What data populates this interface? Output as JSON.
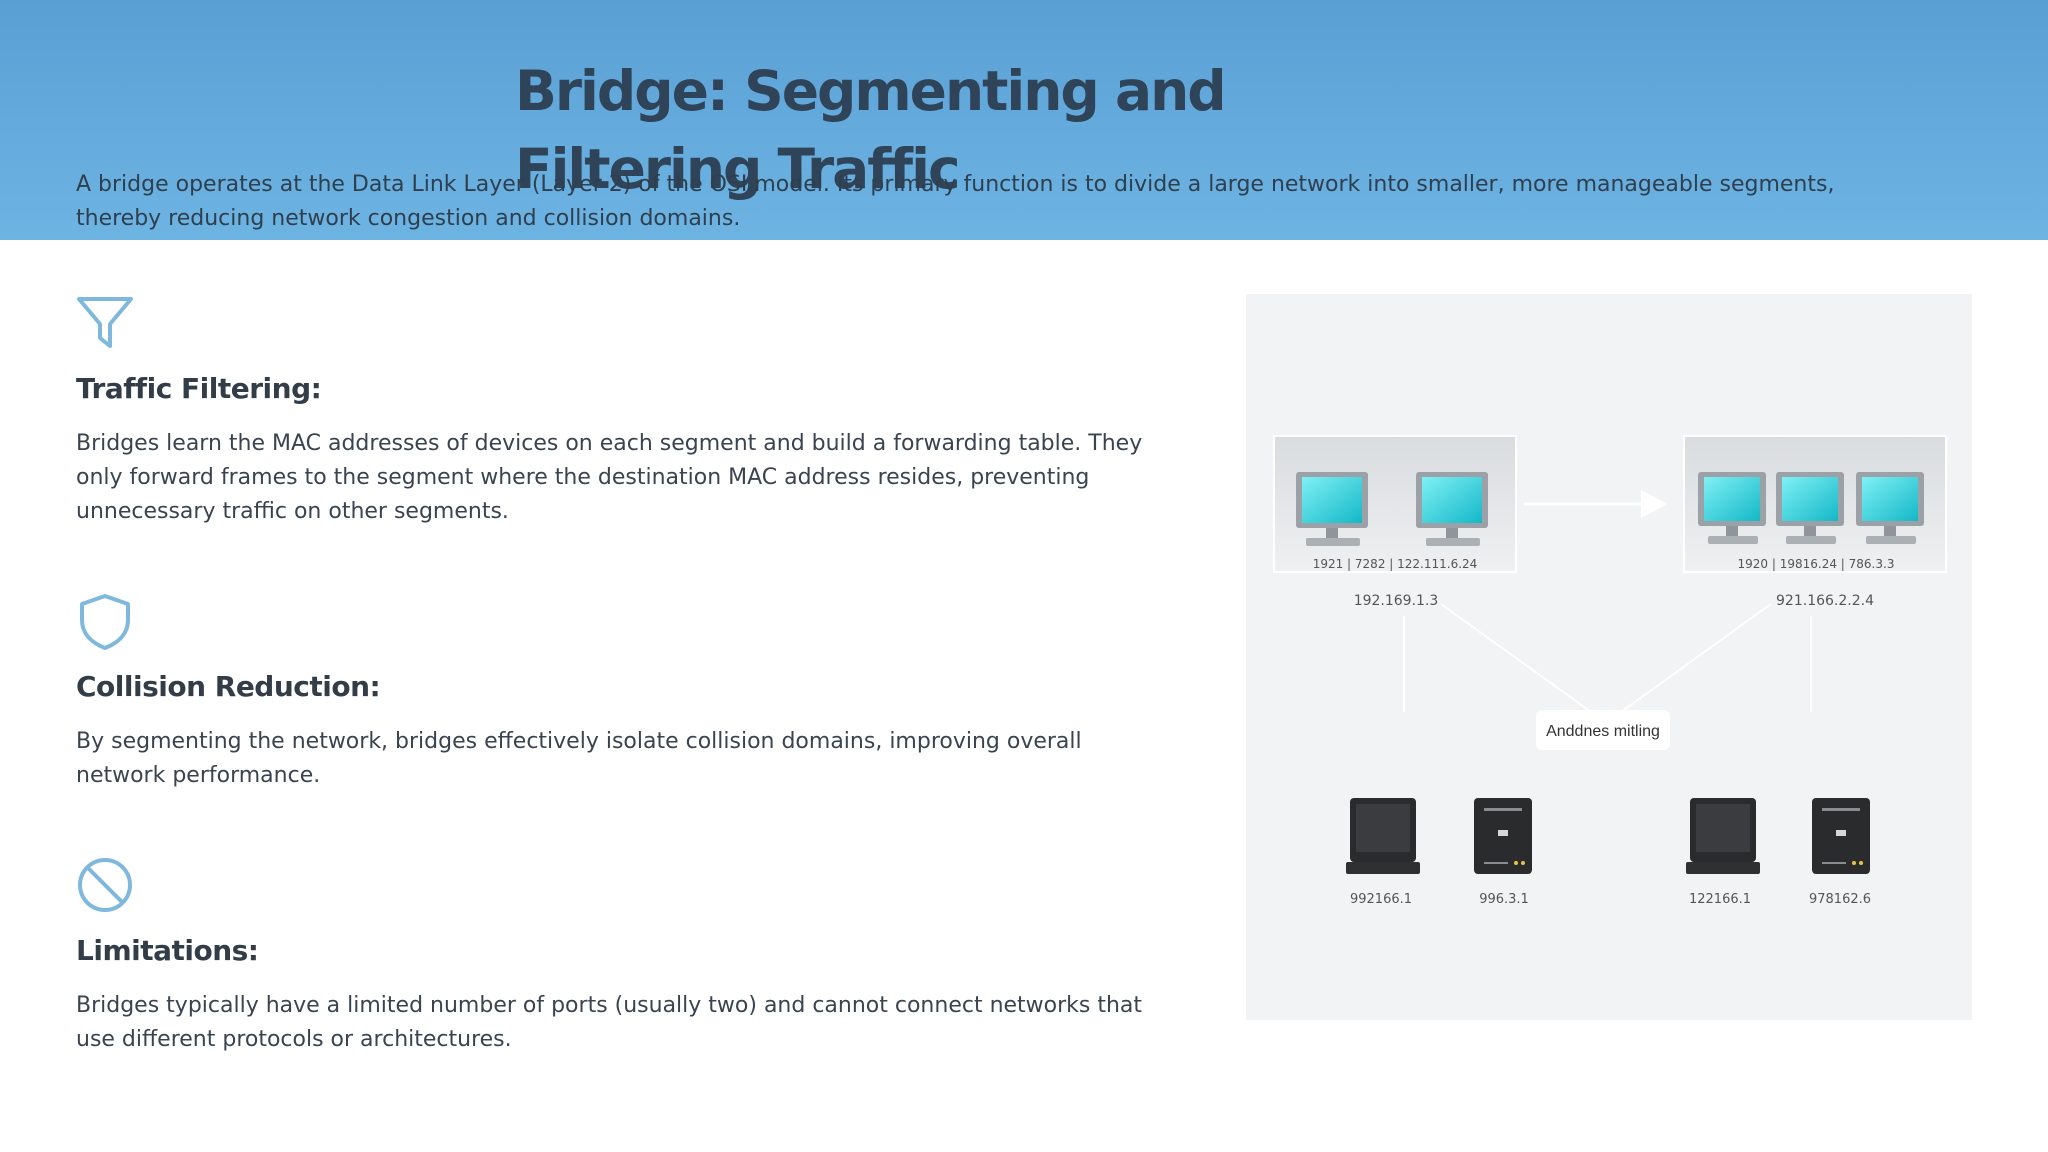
{
  "header": {
    "title": "Bridge: Segmenting and Filtering Traffic",
    "intro": "A bridge operates at the Data Link Layer (Layer 2) of the OSI model. Its primary function is to divide a large network into smaller, more manageable segments, thereby reducing network congestion and collision domains."
  },
  "colors": {
    "header_band": "#5a9fd4",
    "title": "#2f4459",
    "icon_stroke": "#7fb8dd"
  },
  "sections": [
    {
      "icon": "funnel-icon",
      "heading": "Traffic Filtering:",
      "body": "Bridges learn the MAC addresses of devices on each segment and build a forwarding table. They only forward frames to the segment where the destination MAC address resides, preventing unnecessary traffic on other segments."
    },
    {
      "icon": "shield-icon",
      "heading": "Collision Reduction:",
      "body": "By segmenting the network, bridges effectively isolate collision domains, improving overall network performance."
    },
    {
      "icon": "prohibited-icon",
      "heading": "Limitations:",
      "body": "Bridges typically have a limited number of ports (usually two) and cannot connect networks that use different protocols or architectures."
    }
  ],
  "diagram": {
    "left_segment_caption": "1921 | 7282 | 122.111.6.24",
    "right_segment_caption": "1920 | 19816.24 | 786.3.3",
    "left_address": "192.169.1.3",
    "right_address": "921.166.2.2.4",
    "center_label": "Anddnes mitling",
    "devices": [
      "992166.1",
      "996.3.1",
      "122166.1",
      "978162.6"
    ]
  }
}
